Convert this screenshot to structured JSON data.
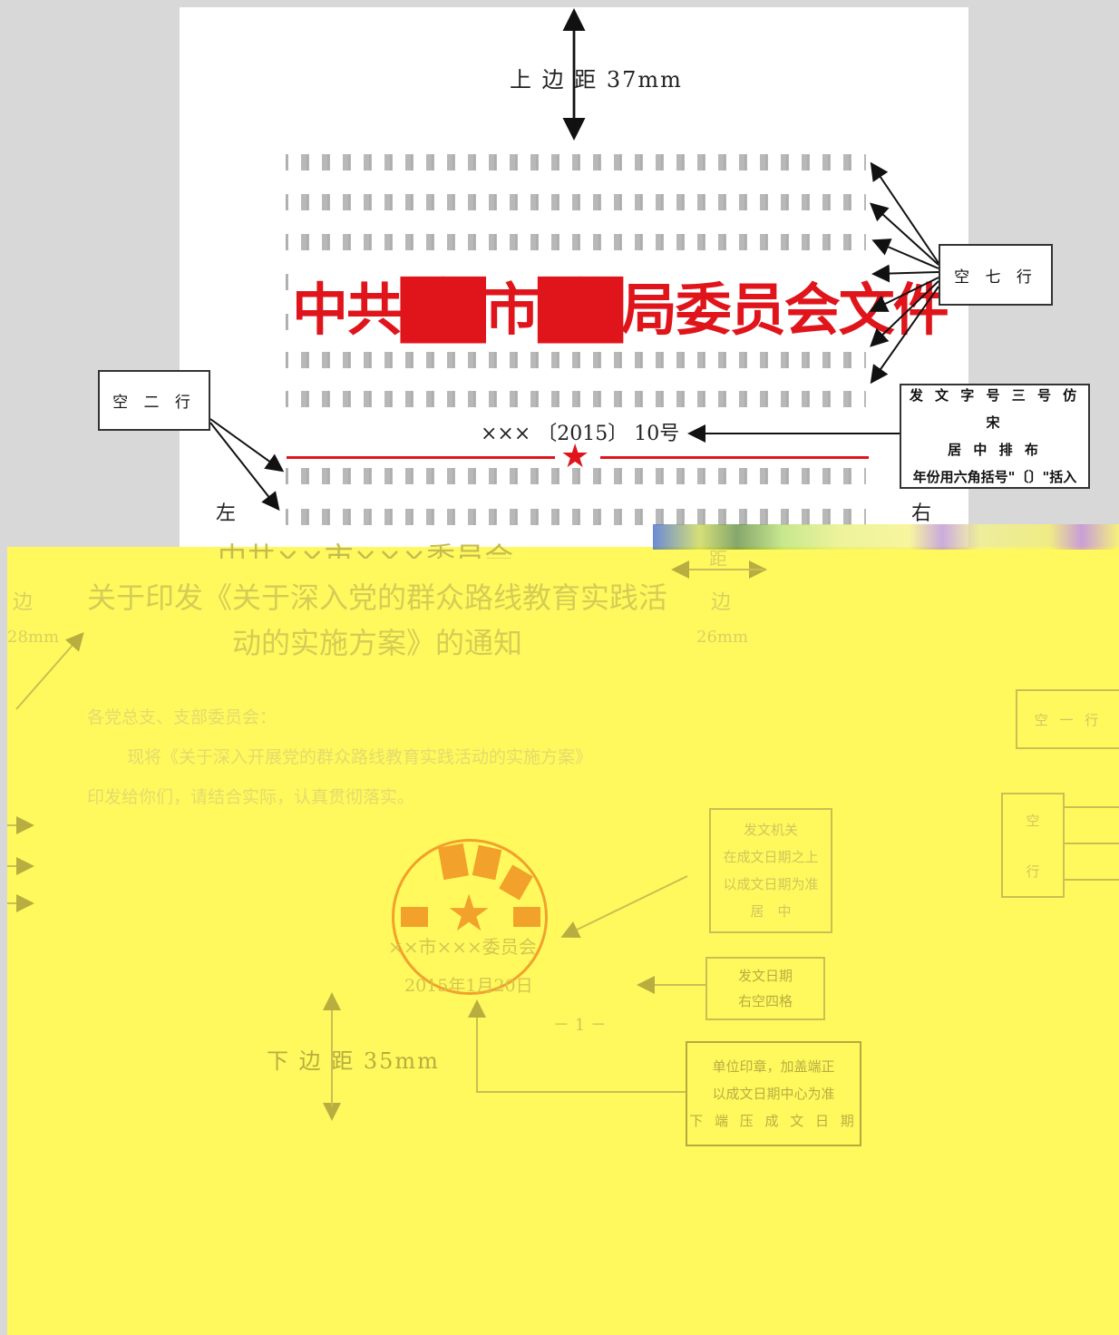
{
  "page": {
    "top_margin_label": "上 边 距 37mm",
    "blank_seven_lines_label": "空 七 行",
    "blank_two_lines_label": "空 二 行",
    "issuer_title": "中共██市██局委员会文件",
    "doc_number": "××× 〔2015〕 10号",
    "doc_number_note": {
      "line1": "发 文 字 号 三 号 仿 宋",
      "line2": "居 中 排 布",
      "line3": "年份用六角括号\"〔〕\"括入"
    },
    "left_label": "左",
    "right_label": "右"
  },
  "overlay": {
    "issuer_line": "中共××市×××委员会",
    "title_line1": "关于印发《关于深入党的群众路线教育实践活",
    "title_line2": "动的实施方案》的通知",
    "left_margin_fragment1": "边",
    "left_margin_fragment2": "28mm",
    "right_margin_fragment1": "边",
    "right_margin_fragment2": "26mm",
    "right_margin_top": "距",
    "addressee": "各党总支、支部委员会：",
    "body_line1": "现将《关于深入开展党的群众路线教育实践活动的实施方案》",
    "body_line2": "印发给你们，请结合实际，认真贯彻落实。",
    "blank_one_line": "空 一 行",
    "side_box_top": "空",
    "side_box_bottom": "行",
    "seal_issuer": "××市×××委员会",
    "seal_date": "2015年1月20日",
    "page_number": "－ 1 －",
    "issuing_org_note": {
      "line1": "发文机关",
      "line2": "在成文日期之上",
      "line3": "以成文日期为准",
      "line4": "居　中"
    },
    "date_note": {
      "line1": "发文日期",
      "line2": "右空四格"
    },
    "bottom_margin_label": "下 边 距 35mm",
    "seal_note": {
      "line1": "单位印章，加盖端正",
      "line2": "以成文日期中心为准",
      "line3": "下 端 压 成 文 日 期"
    }
  },
  "colors": {
    "red": "#e0141b",
    "yellow": "#fff95e",
    "gray_bg": "#d8d8d8",
    "seal_orange": "#f2a12b"
  }
}
